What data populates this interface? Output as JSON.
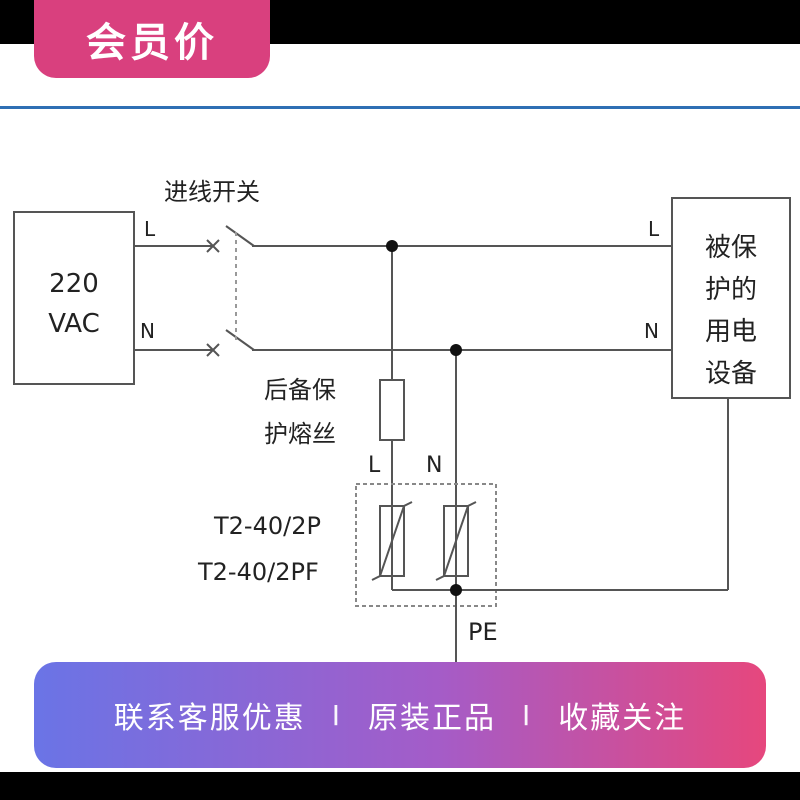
{
  "badge": {
    "text": "会员价"
  },
  "diagram": {
    "source": {
      "line1": "220",
      "line2": "VAC",
      "terminal_l": "L",
      "terminal_n": "N"
    },
    "switch_label": "进线开关",
    "fuse_label": {
      "line1": "后备保",
      "line2": "护熔丝"
    },
    "spd": {
      "terminal_l": "L",
      "terminal_n": "N",
      "model1": "T2-40/2P",
      "model2": "T2-40/2PF"
    },
    "ground_label": "PE",
    "load": {
      "terminal_l": "L",
      "terminal_n": "N",
      "line1": "被保",
      "line2": "护的",
      "line3": "用电",
      "line4": "设备"
    }
  },
  "promo": {
    "item1": "联系客服优惠",
    "item2": "原装正品",
    "item3": "收藏关注",
    "separator": "I"
  },
  "colors": {
    "badge": "#d9407e",
    "rule": "#2f6fb4",
    "promo_start": "#6a74e6",
    "promo_end": "#e6477d"
  }
}
